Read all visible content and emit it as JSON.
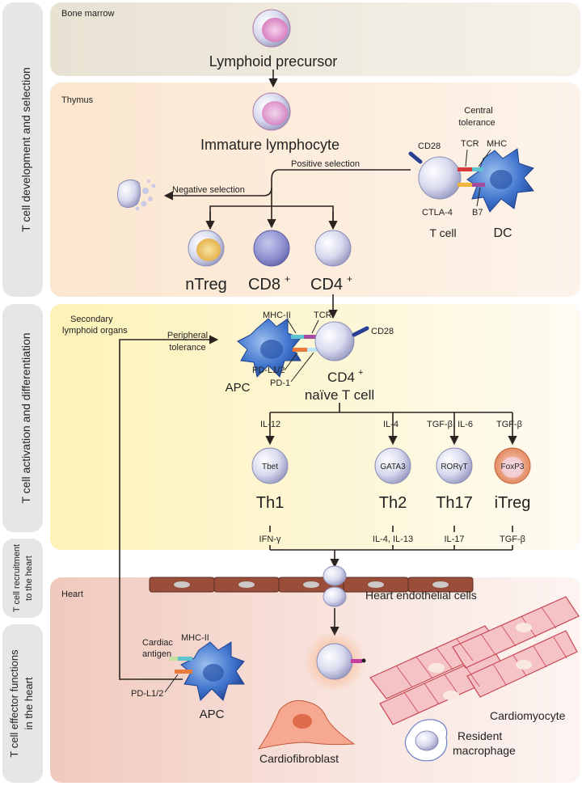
{
  "side_labels": {
    "development": "T cell development and selection",
    "activation": "T cell activation and differentiation",
    "recruitment_1": "T cell recruitment",
    "recruitment_2": "to the heart",
    "effector_1": "T cell effector functions",
    "effector_2": "in the heart"
  },
  "sections": {
    "bone_marrow": "Bone marrow",
    "thymus": "Thymus",
    "secondary_1": "Secondary",
    "secondary_2": "lymphoid organs",
    "heart": "Heart"
  },
  "bone_marrow": {
    "precursor": "Lymphoid precursor"
  },
  "thymus": {
    "immature": "Immature lymphocyte",
    "positive_selection": "Positive selection",
    "negative_selection": "Negative selection",
    "central_tolerance_1": "Central",
    "central_tolerance_2": "tolerance",
    "cd28": "CD28",
    "tcr": "TCR",
    "mhc": "MHC",
    "ctla4": "CTLA-4",
    "b7": "B7",
    "t_cell": "T cell",
    "dc": "DC",
    "ntreg": "nTreg",
    "cd8": "CD8",
    "cd4": "CD4",
    "plus": "+"
  },
  "activation": {
    "mhc_ii": "MHC-II",
    "tcr": "TCR",
    "cd28": "CD28",
    "peripheral_1": "Peripheral",
    "peripheral_2": "tolerance",
    "pdl1": "PD-L1/2",
    "pd1": "PD-1",
    "apc": "APC",
    "cd4": "CD4",
    "plus": "+",
    "naive": "naïve T cell",
    "cytokines_in": [
      "IL-12",
      "IL-4",
      "TGF-β, IL-6",
      "TGF-β"
    ],
    "transcription_factors": [
      "Tbet",
      "GATA3",
      "RORγT",
      "FoxP3"
    ],
    "subsets": [
      "Th1",
      "Th2",
      "Th17",
      "iTreg"
    ],
    "cytokines_out": [
      "IFN-γ",
      "IL-4, IL-13",
      "IL-17",
      "TGF-β"
    ]
  },
  "heart": {
    "endothelial": "Heart endothelial cells",
    "cardiac_antigen_1": "Cardiac",
    "cardiac_antigen_2": "antigen",
    "mhc_ii": "MHC-II",
    "pdl1": "PD-L1/2",
    "apc": "APC",
    "cardiomyocyte": "Cardiomyocyte",
    "cardiofibroblast": "Cardiofibroblast",
    "resident_1": "Resident",
    "resident_2": "macrophage"
  }
}
